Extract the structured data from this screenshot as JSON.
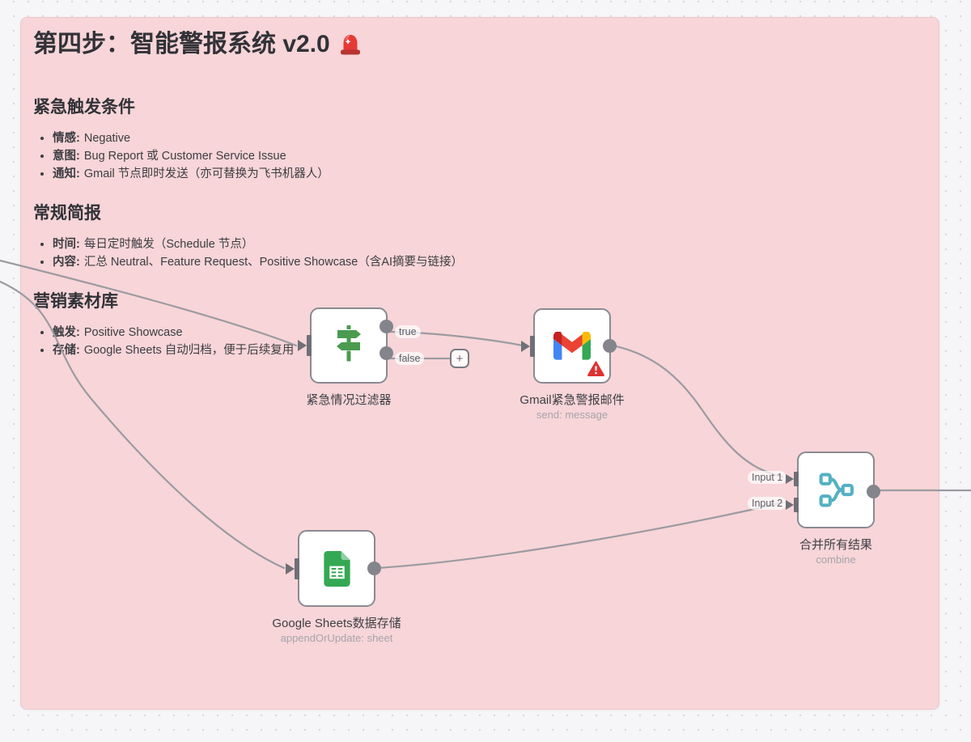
{
  "sticky_note": {
    "title": "第四步：智能警报系统 v2.0",
    "title_emoji": "🚨",
    "sections": [
      {
        "heading": "紧急触发条件",
        "items": [
          {
            "label": "情感:",
            "text": "Negative"
          },
          {
            "label": "意图:",
            "text": "Bug Report 或 Customer Service Issue"
          },
          {
            "label": "通知:",
            "text": "Gmail 节点即时发送（亦可替换为飞书机器人）"
          }
        ]
      },
      {
        "heading": "常规简报",
        "items": [
          {
            "label": "时间:",
            "text": "每日定时触发（Schedule 节点）"
          },
          {
            "label": "内容:",
            "text": "汇总 Neutral、Feature Request、Positive Showcase（含AI摘要与链接）"
          }
        ]
      },
      {
        "heading": "营销素材库",
        "items": [
          {
            "label": "触发:",
            "text": "Positive Showcase"
          },
          {
            "label": "存储:",
            "text": "Google Sheets 自动归档，便于后续复用"
          }
        ]
      }
    ]
  },
  "nodes": {
    "filter": {
      "name": "紧急情况过滤器",
      "type": "switch"
    },
    "gmail": {
      "name": "Gmail紧急警报邮件",
      "subtitle": "send: message",
      "has_warning": true
    },
    "sheets": {
      "name": "Google Sheets数据存储",
      "subtitle": "appendOrUpdate: sheet"
    },
    "merge": {
      "name": "合并所有结果",
      "subtitle": "combine"
    }
  },
  "connection_labels": {
    "true_label": "true",
    "false_label": "false",
    "input1_label": "Input 1",
    "input2_label": "Input 2"
  },
  "add_button": {
    "label": "+"
  },
  "colors": {
    "sticky_bg": "#f7d5d8",
    "wire": "#9b9ba1",
    "switch_icon_green": "#4a9b50",
    "sheets_green": "#34a853",
    "merge_teal": "#53b1c3",
    "warning_red": "#e03131"
  }
}
